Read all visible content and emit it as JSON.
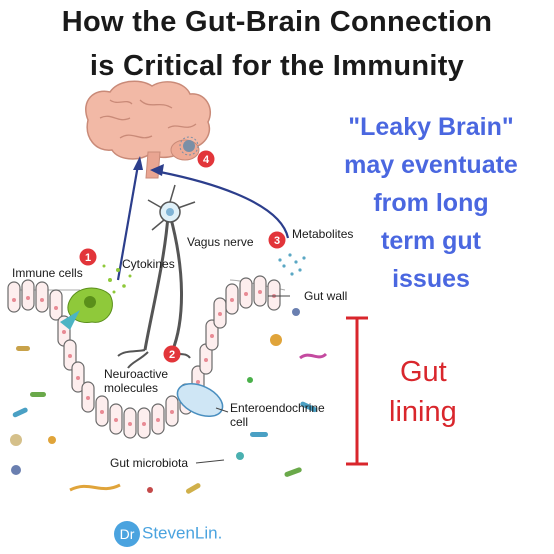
{
  "title_line1": "How the Gut-Brain Connection",
  "title_line2": "is Critical for the Immunity",
  "callout_lines": [
    "\"Leaky Brain\"",
    "may eventuate",
    "from long",
    "term gut",
    "issues"
  ],
  "gut_lining_lines": [
    "Gut",
    "lining"
  ],
  "labels": {
    "immune_cells": "Immune cells",
    "cytokines": "Cytokines",
    "vagus_nerve": "Vagus nerve",
    "metabolites": "Metabolites",
    "gut_wall": "Gut wall",
    "neuroactive_1": "Neuroactive",
    "neuroactive_2": "molecules",
    "enteroendocrine_1": "Enteroendochrine",
    "enteroendocrine_2": "cell",
    "gut_microbiota": "Gut microbiota"
  },
  "markers": [
    "1",
    "2",
    "3",
    "4"
  ],
  "brand": {
    "badge": "Dr",
    "name": "StevenLin."
  },
  "colors": {
    "blue_text": "#4a67e0",
    "red_text": "#d9262c",
    "marker_red": "#e2353a",
    "brain_pink": "#f2b9a6",
    "arrow_blue": "#2c3e8c"
  }
}
